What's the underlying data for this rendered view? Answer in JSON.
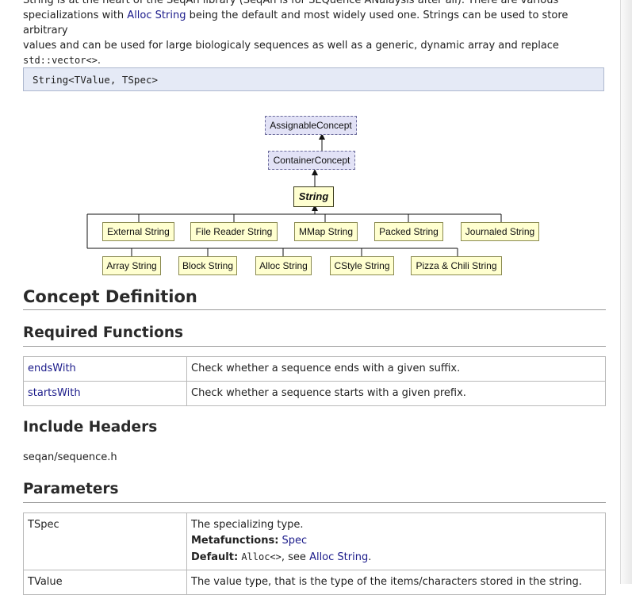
{
  "intro": {
    "line1": "String is at the heart of the SeqAn library (SeqAn is for SEQuence ANalaysis after all). There are various",
    "line2_a": "specializations with ",
    "line2_link": "Alloc String",
    "line2_b": " being the default and most widely used one. Strings can be used to store arbitrary",
    "line3": "values and can be used for large biologicaly sequences as well as a generic, dynamic array and replace",
    "line4_code": "std::vector<>",
    "line4_end": "."
  },
  "signature": "String<TValue, TSpec>",
  "diagram": {
    "concepts": [
      "AssignableConcept",
      "ContainerConcept"
    ],
    "class": "String",
    "row1": [
      "External String",
      "File Reader String",
      "MMap String",
      "Packed String",
      "Journaled String"
    ],
    "row2": [
      "Array String",
      "Block String",
      "Alloc String",
      "CStyle String",
      "Pizza & Chili String"
    ]
  },
  "sections": {
    "concept_definition": "Concept Definition",
    "required_functions": "Required Functions",
    "include_headers": "Include Headers",
    "parameters": "Parameters"
  },
  "required_functions": [
    {
      "name": "endsWith",
      "desc": "Check whether a sequence ends with a given suffix."
    },
    {
      "name": "startsWith",
      "desc": "Check whether a sequence starts with a given prefix."
    }
  ],
  "include_header": "seqan/sequence.h",
  "parameters": [
    {
      "name": "TSpec",
      "desc": "The specializing type.",
      "meta_label": "Metafunctions:",
      "meta_value": "Spec",
      "default_label": "Default:",
      "default_code": "Alloc<>",
      "default_mid": ", see ",
      "default_link": "Alloc String",
      "default_end": "."
    },
    {
      "name": "TValue",
      "desc": "The value type, that is the type of the items/characters stored in the string."
    }
  ]
}
